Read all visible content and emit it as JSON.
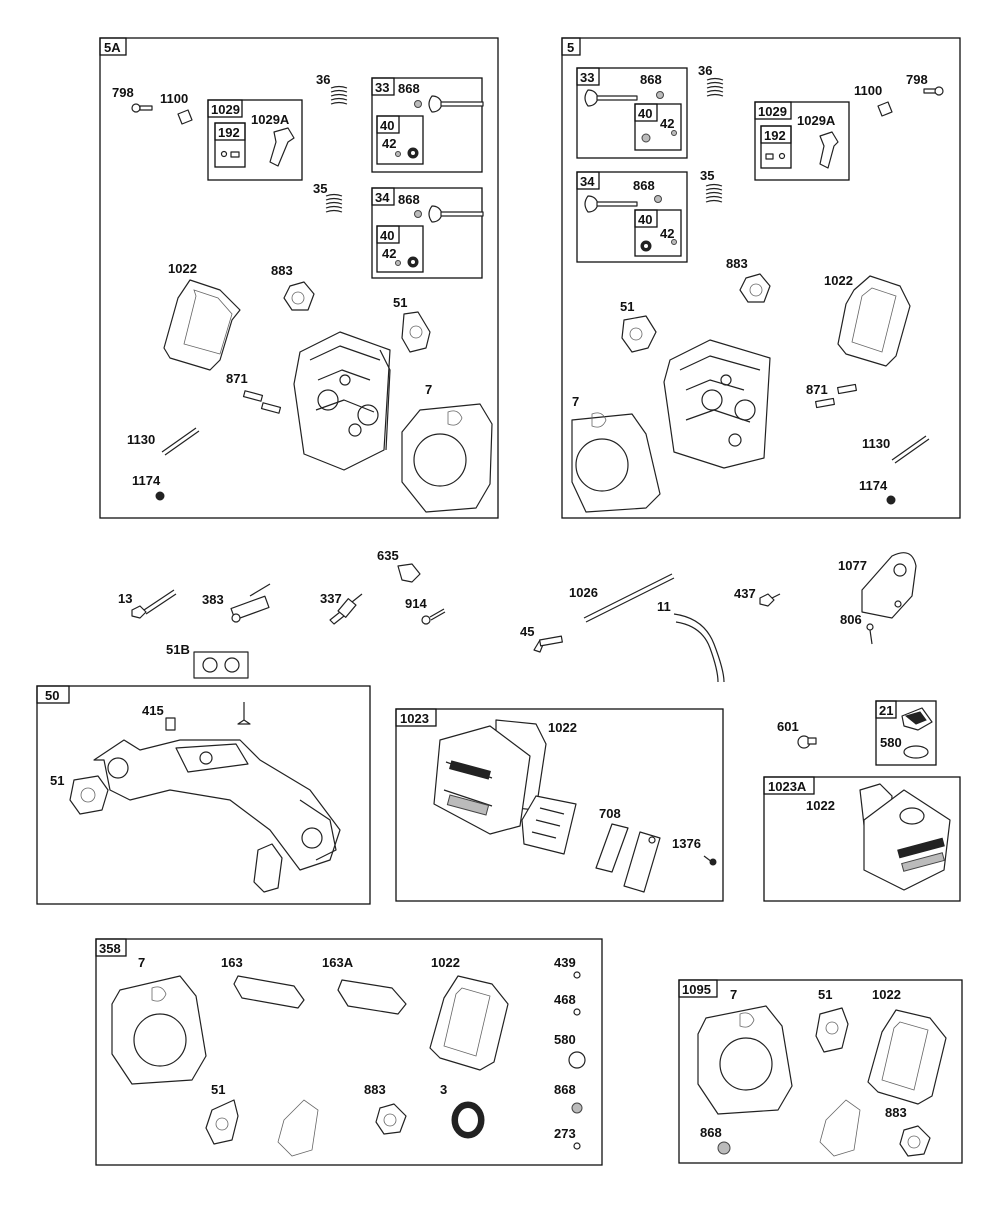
{
  "groups": {
    "g5A": "5A",
    "g5": "5",
    "g50": "50",
    "g1023": "1023",
    "g21": "21",
    "g1023A": "1023A",
    "g358": "358",
    "g1095": "1095"
  },
  "subgroups": {
    "a1029": "1029",
    "a192": "192",
    "a33": "33",
    "a40": "40",
    "a34": "34",
    "a40b": "40",
    "b33": "33",
    "b40": "40",
    "b34": "34",
    "b40b": "40",
    "b1029": "1029",
    "b192": "192"
  },
  "parts": {
    "a798": "798",
    "a1100": "1100",
    "a1029A": "1029A",
    "a36": "36",
    "a868": "868",
    "a42": "42",
    "a35": "35",
    "a868b": "868",
    "a42b": "42",
    "a1022": "1022",
    "a883": "883",
    "a51": "51",
    "a871": "871",
    "a7": "7",
    "a1130": "1130",
    "a1174": "1174",
    "b868": "868",
    "b36": "36",
    "b798": "798",
    "b1100": "1100",
    "b42": "42",
    "b1029A": "1029A",
    "b35": "35",
    "b868b": "868",
    "b42b": "42",
    "b883": "883",
    "b1022": "1022",
    "b51": "51",
    "b7": "7",
    "b871": "871",
    "b1130": "1130",
    "b1174": "1174",
    "m635": "635",
    "m13": "13",
    "m383": "383",
    "m337": "337",
    "m914": "914",
    "m51B": "51B",
    "m1026": "1026",
    "m11": "11",
    "m45": "45",
    "m437": "437",
    "m1077": "1077",
    "m806": "806",
    "c415": "415",
    "c51": "51",
    "d1022": "1022",
    "d708": "708",
    "d1376": "1376",
    "e601": "601",
    "e580": "580",
    "f1022": "1022",
    "h7": "7",
    "h163": "163",
    "h163A": "163A",
    "h1022": "1022",
    "h439": "439",
    "h468": "468",
    "h580": "580",
    "h51": "51",
    "h883": "883",
    "h3": "3",
    "h868": "868",
    "h273": "273",
    "k7": "7",
    "k51": "51",
    "k1022": "1022",
    "k868": "868",
    "k883": "883"
  }
}
